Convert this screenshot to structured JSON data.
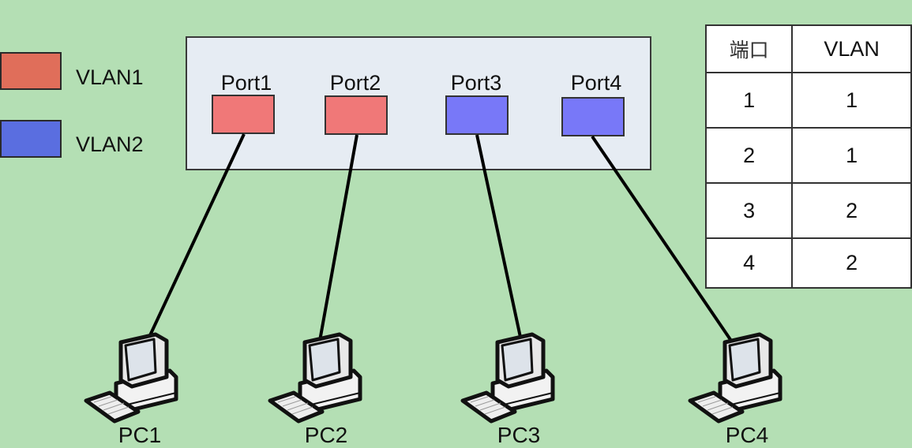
{
  "legend": [
    {
      "label": "VLAN1",
      "color": "#e06e5a"
    },
    {
      "label": "VLAN2",
      "color": "#5a6ee0"
    }
  ],
  "switch": {
    "ports": [
      {
        "label": "Port1",
        "vlan": 1,
        "color": "#f07878"
      },
      {
        "label": "Port2",
        "vlan": 1,
        "color": "#f07878"
      },
      {
        "label": "Port3",
        "vlan": 2,
        "color": "#7878f8"
      },
      {
        "label": "Port4",
        "vlan": 2,
        "color": "#7878f8"
      }
    ]
  },
  "table": {
    "headers": [
      "端口",
      "VLAN"
    ],
    "rows": [
      [
        "1",
        "1"
      ],
      [
        "2",
        "1"
      ],
      [
        "3",
        "2"
      ],
      [
        "4",
        "2"
      ]
    ]
  },
  "pcs": [
    {
      "label": "PC1",
      "port": "Port1"
    },
    {
      "label": "PC2",
      "port": "Port2"
    },
    {
      "label": "PC3",
      "port": "Port3"
    },
    {
      "label": "PC4",
      "port": "Port4"
    }
  ]
}
